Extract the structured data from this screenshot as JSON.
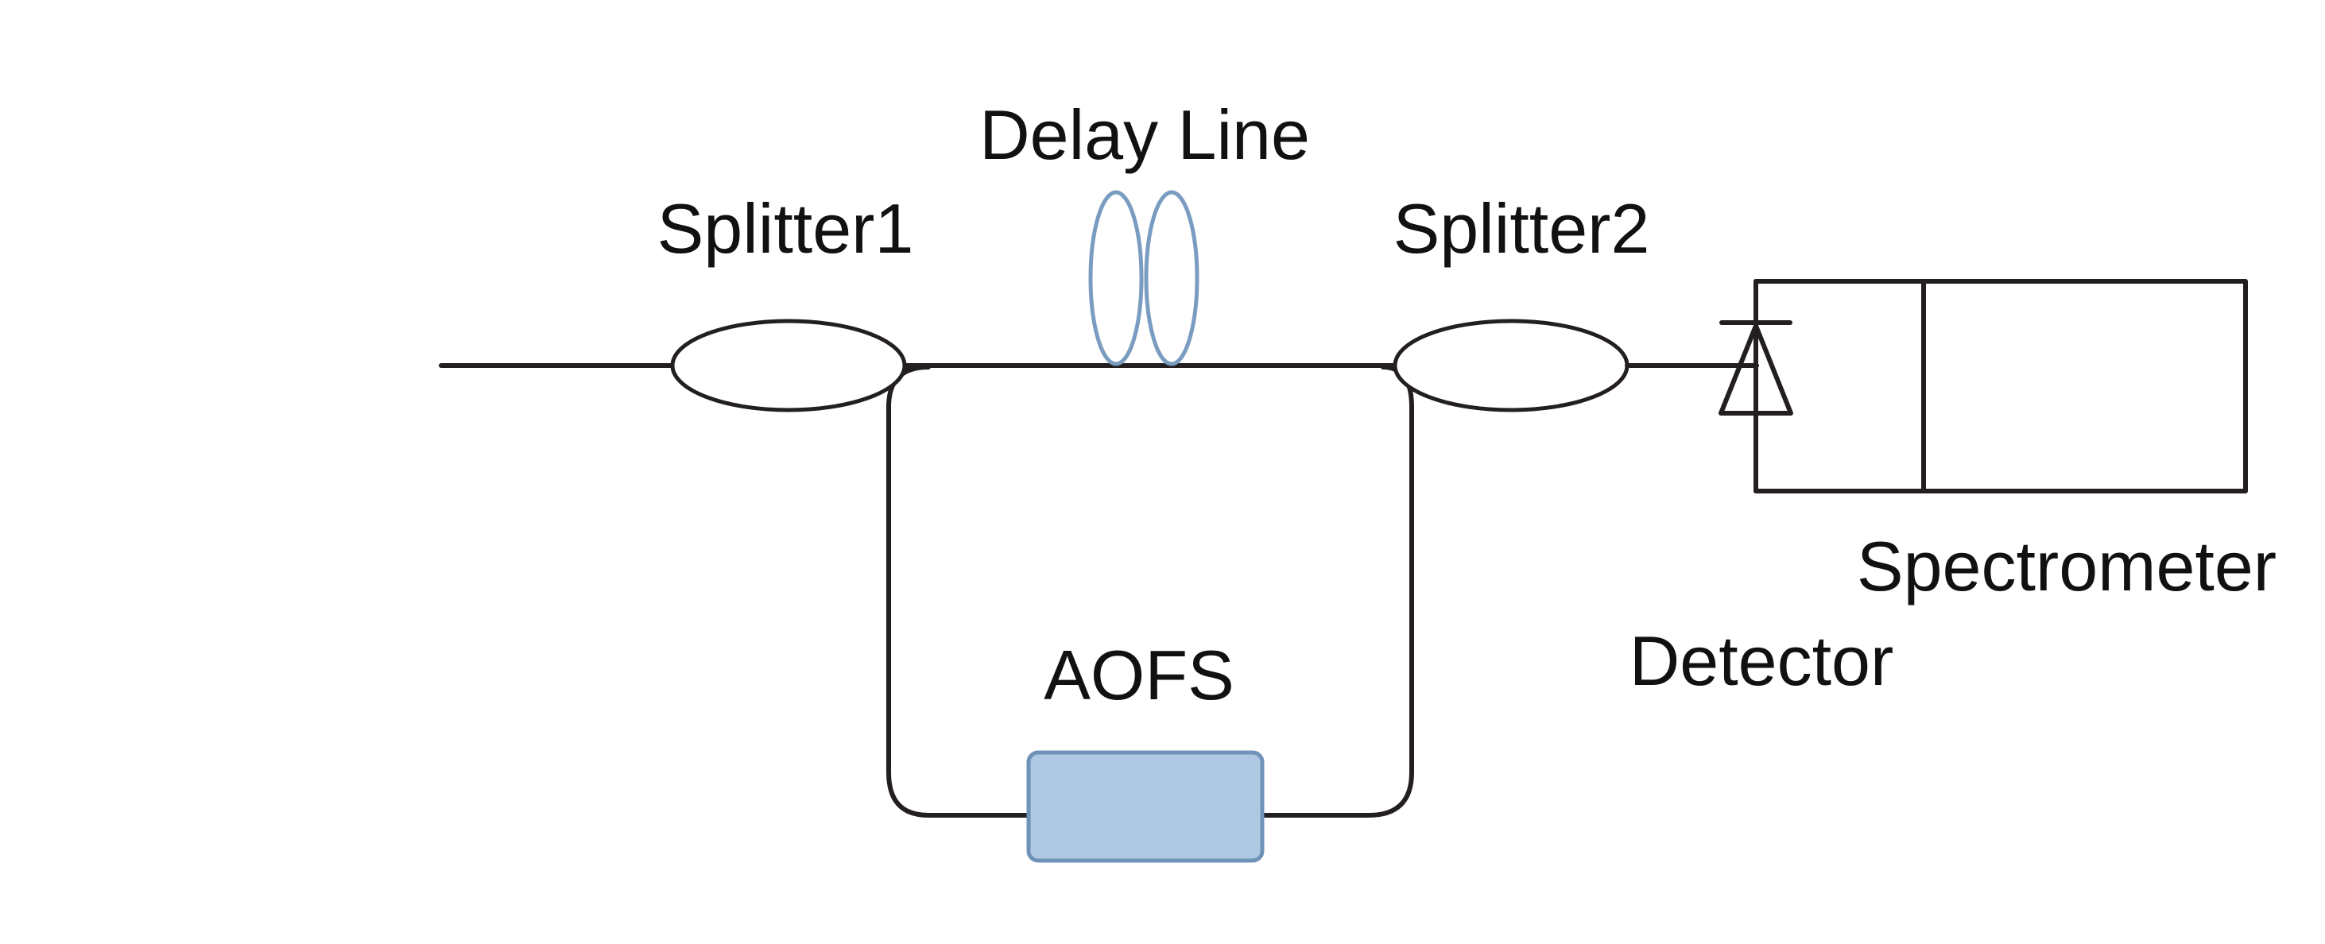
{
  "labels": {
    "delay_line": "Delay Line",
    "splitter1": "Splitter1",
    "splitter2": "Splitter2",
    "aofs": "AOFS",
    "detector": "Detector",
    "spectrometer": "Spectrometer"
  },
  "colors": {
    "line": "#231f20",
    "delay_coil": "#7a9cc0",
    "aofs_fill": "#adc8e0",
    "aofs_stroke": "#6f93b8"
  }
}
